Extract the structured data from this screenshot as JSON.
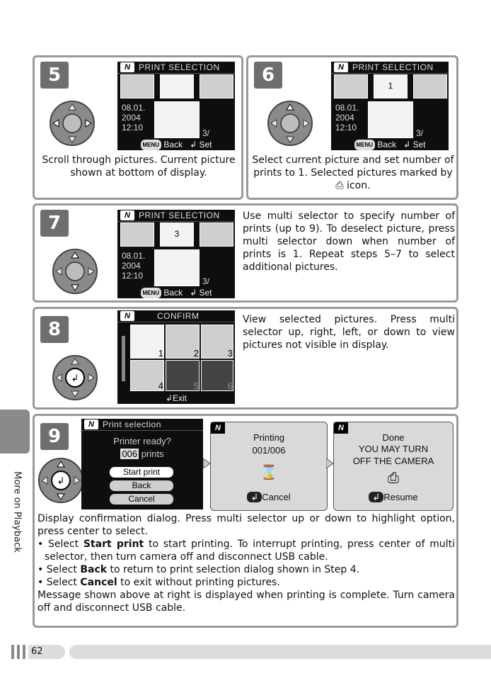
{
  "side_label": "More on Playback",
  "page_number": "62",
  "steps": {
    "s5": {
      "num": "5",
      "screen_title": "PRINT SELECTION",
      "date": "08.01.",
      "year": "2004",
      "time": "12:10",
      "count": "3/",
      "back": "Back",
      "set": "Set",
      "menu": "MENU",
      "caption": "Scroll through pictures.  Current picture shown at bottom of display."
    },
    "s6": {
      "num": "6",
      "screen_title": "PRINT SELECTION",
      "thumb_count": "1",
      "date": "08.01.",
      "year": "2004",
      "time": "12:10",
      "count": "3/",
      "back": "Back",
      "set": "Set",
      "menu": "MENU",
      "caption_a": "Select current picture and set number of prints to 1.  Selected pictures marked by",
      "caption_b": "icon."
    },
    "s7": {
      "num": "7",
      "screen_title": "PRINT SELECTION",
      "thumb_count": "3",
      "date": "08.01.",
      "year": "2004",
      "time": "12:10",
      "count": "3/",
      "back": "Back",
      "set": "Set",
      "menu": "MENU",
      "caption": "Use multi selector to specify number of prints (up to 9). To deselect picture, press multi selector down when number of prints is 1.  Repeat steps 5–7 to select additional pictures."
    },
    "s8": {
      "num": "8",
      "screen_title": "CONFIRM",
      "grid_counts": [
        "1",
        "2",
        "3",
        "4",
        "5",
        "6"
      ],
      "exit": "Exit",
      "caption": "View selected pictures.  Press multi selector up, right, left, or down to view pictures not visible in display."
    },
    "s9": {
      "num": "9",
      "screen_title": "Print selection",
      "ready": "Printer ready?",
      "prints_value": "006",
      "prints_label": "prints",
      "start": "Start print",
      "back": "Back",
      "cancel": "Cancel",
      "printing_title": "Printing",
      "printing_count": "001/006",
      "printing_cancel": "Cancel",
      "done_title": "Done",
      "done_line1": "YOU MAY TURN",
      "done_line2": "OFF THE CAMERA",
      "done_resume": "Resume",
      "intro": "Display confirmation dialog.  Press multi selector up or down to highlight option, press center to select.",
      "b1_pre": "• Select ",
      "b1_bold": "Start print",
      "b1_post": " to start printing.  To interrupt printing, press center of multi selector, then turn camera off and disconnect USB cable.",
      "b2_pre": "• Select ",
      "b2_bold": "Back",
      "b2_post": " to return to print selection dialog shown in Step 4.",
      "b3_pre": "• Select ",
      "b3_bold": "Cancel",
      "b3_post": " to exit without printing pictures.",
      "outro": "Message shown above at right is displayed when printing is complete.  Turn camera off and disconnect USB cable."
    }
  }
}
